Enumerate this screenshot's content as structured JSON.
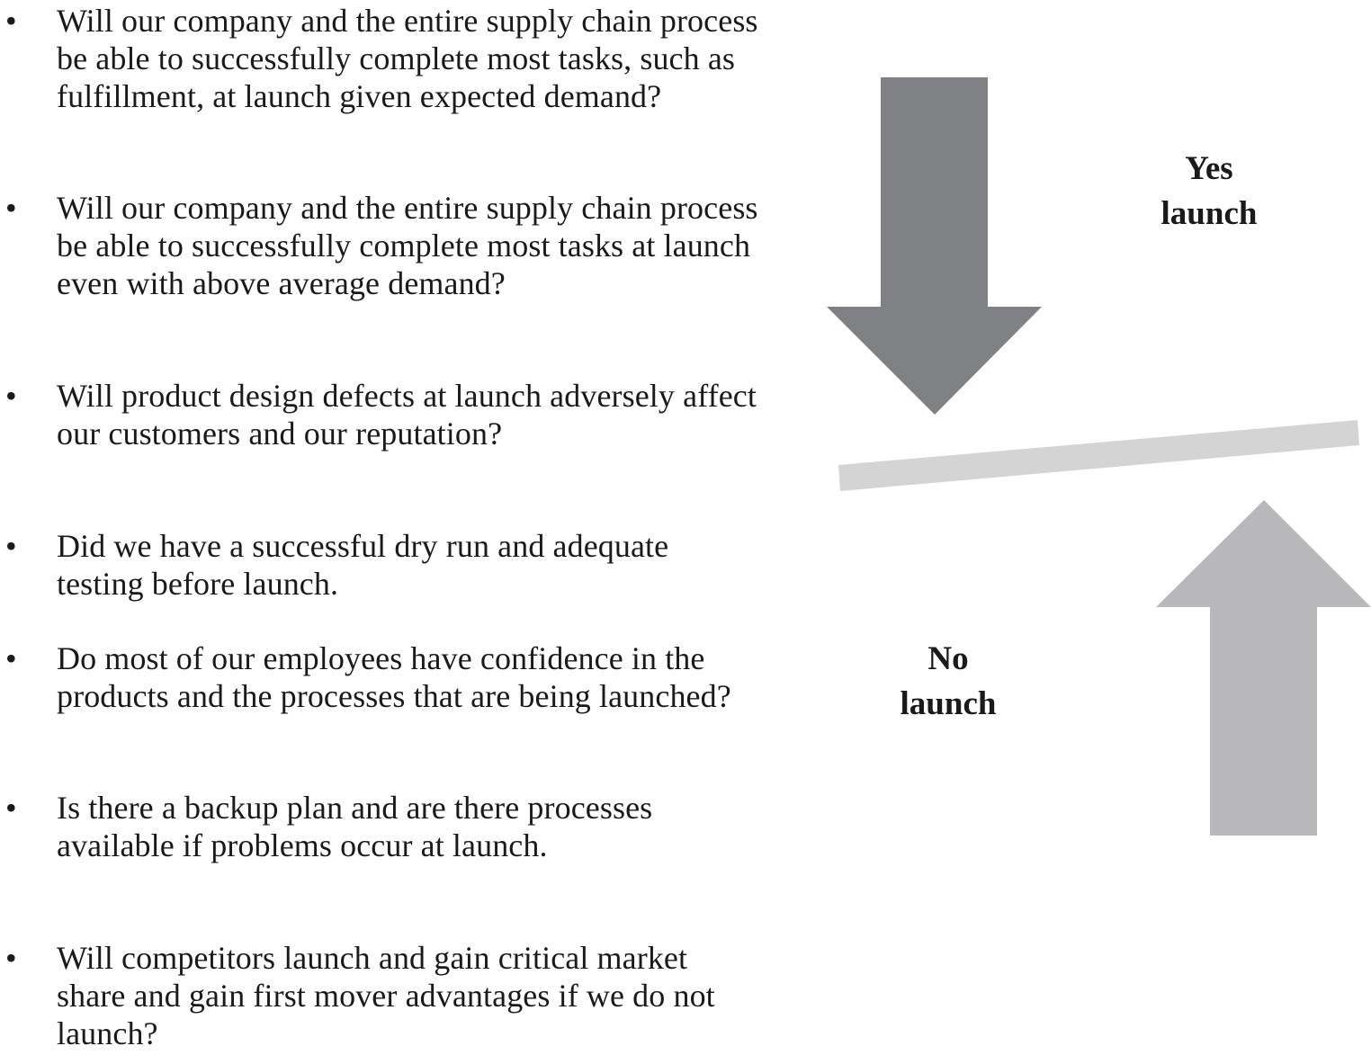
{
  "questions": [
    {
      "bullet": "•",
      "text": "Will our company and the entire supply chain process be able to successfully complete most tasks, such as fulfillment, at launch given expected demand?"
    },
    {
      "bullet": "•",
      "text": "Will our company and the entire supply chain process be able to successfully complete most tasks at launch even with above average demand?"
    },
    {
      "bullet": "•",
      "text": "Will product design defects at launch adversely affect our customers and our reputation?"
    },
    {
      "bullet": "•",
      "text": "Did we have a successful dry run and adequate testing before launch."
    },
    {
      "bullet": "•",
      "text": "Do most of our employees have confidence in the products and the processes that are being launched?"
    },
    {
      "bullet": "•",
      "text": "Is there a backup plan and are there processes available if problems occur at launch."
    },
    {
      "bullet": "•",
      "text": "Will competitors launch and gain critical market share and gain first mover advantages if we do not launch?"
    }
  ],
  "diagram": {
    "yes_label_line1": "Yes",
    "yes_label_line2": "launch",
    "no_label_line1": "No",
    "no_label_line2": "launch",
    "colors": {
      "down_arrow": "#808184",
      "up_arrow": "#b8b8ba",
      "balance_bar": "#d4d4d5"
    }
  }
}
